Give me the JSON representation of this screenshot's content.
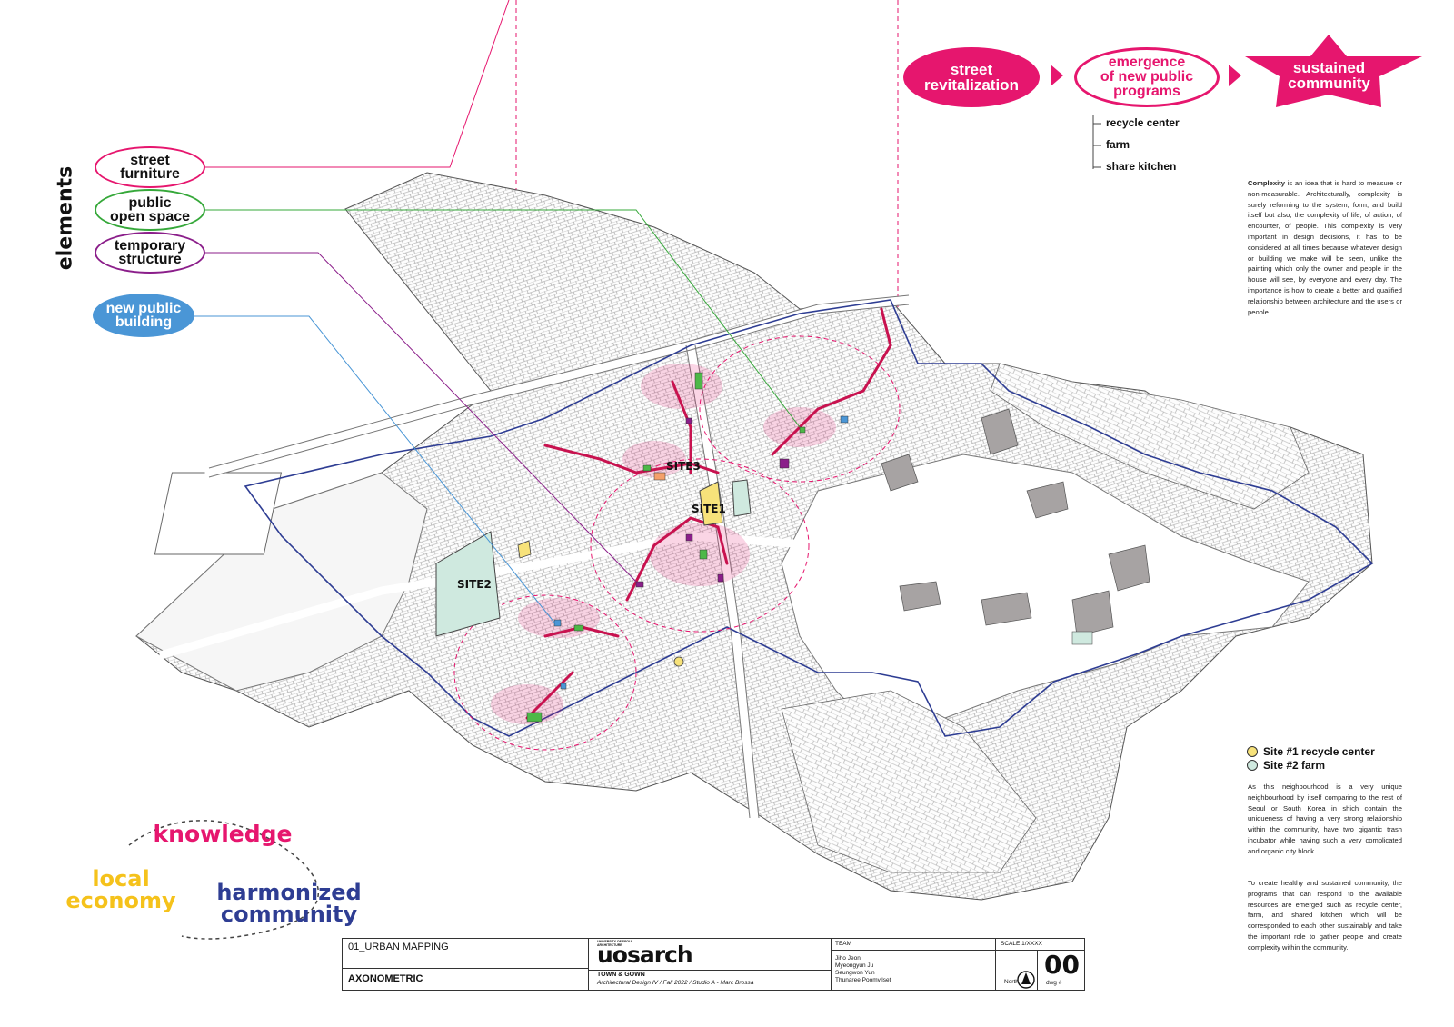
{
  "elements_heading": "elements",
  "elements": [
    {
      "label_lines": [
        "street",
        "furniture"
      ],
      "color": "#e6166e"
    },
    {
      "label_lines": [
        "public",
        "open space"
      ],
      "color": "#36a83a"
    },
    {
      "label_lines": [
        "temporary",
        "structure"
      ],
      "color": "#8b1e8a"
    },
    {
      "label_lines": [
        "new public",
        "building"
      ],
      "color": "#4a96d6"
    }
  ],
  "flow": {
    "steps": [
      {
        "label_lines": [
          "street",
          "revitalization"
        ]
      },
      {
        "label_lines": [
          "emergence",
          "of new public",
          "programs"
        ]
      },
      {
        "label_lines": [
          "sustained",
          "community"
        ]
      }
    ],
    "programs": [
      "recycle center",
      "farm",
      "share kitchen"
    ],
    "accent_color": "#e6166e"
  },
  "intro_text": {
    "lead": "Complexity",
    "rest": " is an idea that is hard to measure or non-measurable. Architecturally, complexity is surely reforming to the system, form, and build itself but also, the complexity of life, of action, of encounter, of people. This complexity is very important in design decisions, it has to be considered at all times because whatever design or building we make will be seen, unlike the painting which only the owner and people in the house will see, by everyone and every day. The importance is how to create a better and qualified relationship between architecture and the users or people."
  },
  "legend": [
    {
      "label": "Site #1 recycle center",
      "color": "#f7e27a"
    },
    {
      "label": "Site #2 farm",
      "color": "#cfe9df"
    }
  ],
  "neighbourhood_text": [
    "As this neighbourhood is a very unique neighbourhood by itself comparing to the rest of Seoul or South Korea in shich contain the uniqueness of having a very strong relationship within the community, have two gigantic trash incubator while having such a very complicated and organic city block.",
    "To create healthy and sustained community, the programs that can respond to the available resources are emerged such as recycle center, farm, and shared kitchen which will be corresponded to each other sustainably and take the important role to gather people and create complexity within the community."
  ],
  "map_labels": {
    "site1": "SITE1",
    "site2": "SITE2",
    "site3": "SITE3"
  },
  "goals": {
    "knowledge": {
      "text": "knowledge",
      "color": "#e6166e"
    },
    "local_economy": {
      "lines": [
        "local",
        "economy"
      ],
      "color": "#f5c21b"
    },
    "harmonized": {
      "lines": [
        "harmonized",
        "community"
      ],
      "color": "#2e3d93"
    }
  },
  "title_block": {
    "sheet_title": "01_URBAN MAPPING",
    "view": "AXONOMETRIC",
    "school_small": "UNIVERSITY OF SEOUL ARCHITECTURE",
    "logo": "uosarch",
    "project": "TOWN & GOWN",
    "course": "Architectural Design IV / Fall 2022 / Studio A  - Marc Brossa",
    "team_label": "TEAM",
    "team": [
      "Jiho Jeon",
      "Myeongyun Ju",
      "Seungwon Yun",
      "Thunaree Poomvilset"
    ],
    "scale": "SCALE 1/XXXX",
    "north": "North",
    "dwg_number": "00",
    "dwg_label": "dwg #"
  }
}
